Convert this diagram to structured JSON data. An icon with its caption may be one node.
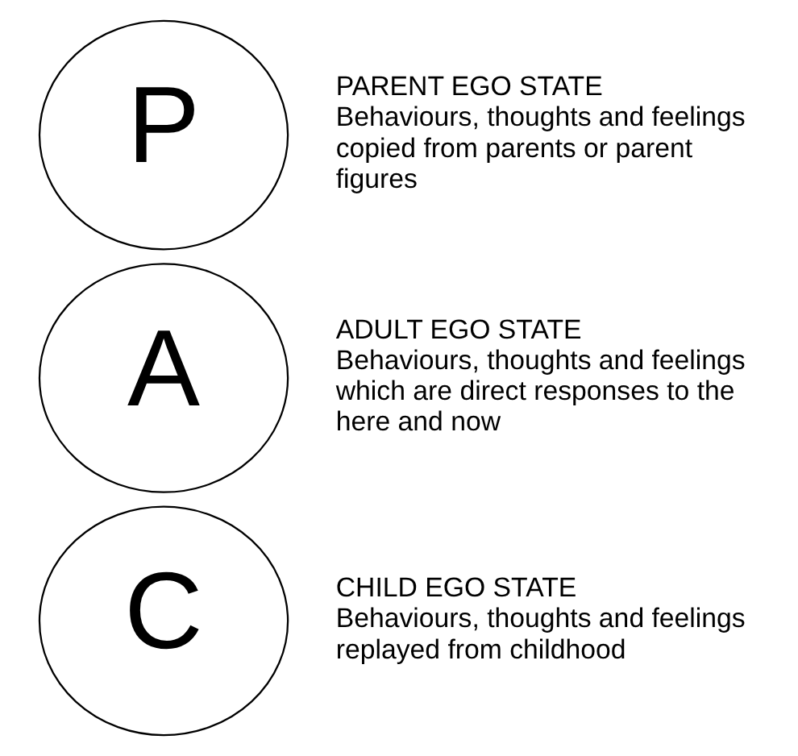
{
  "diagram": {
    "nodes": [
      {
        "text": [
          "P"
        ],
        "beside": [
          "PARENT EGO STATE",
          "Behaviours, thoughts and feelings copied from parents or parent figures"
        ]
      },
      {
        "text": [
          "A"
        ],
        "beside": [
          "ADULT EGO STATE",
          "Behaviours, thoughts and feelings which are direct responses to the here and now"
        ]
      },
      {
        "text": [
          "C"
        ],
        "beside": [
          "CHILD EGO STATE",
          "Behaviours, thoughts and feelings replayed from childhood"
        ]
      }
    ]
  }
}
